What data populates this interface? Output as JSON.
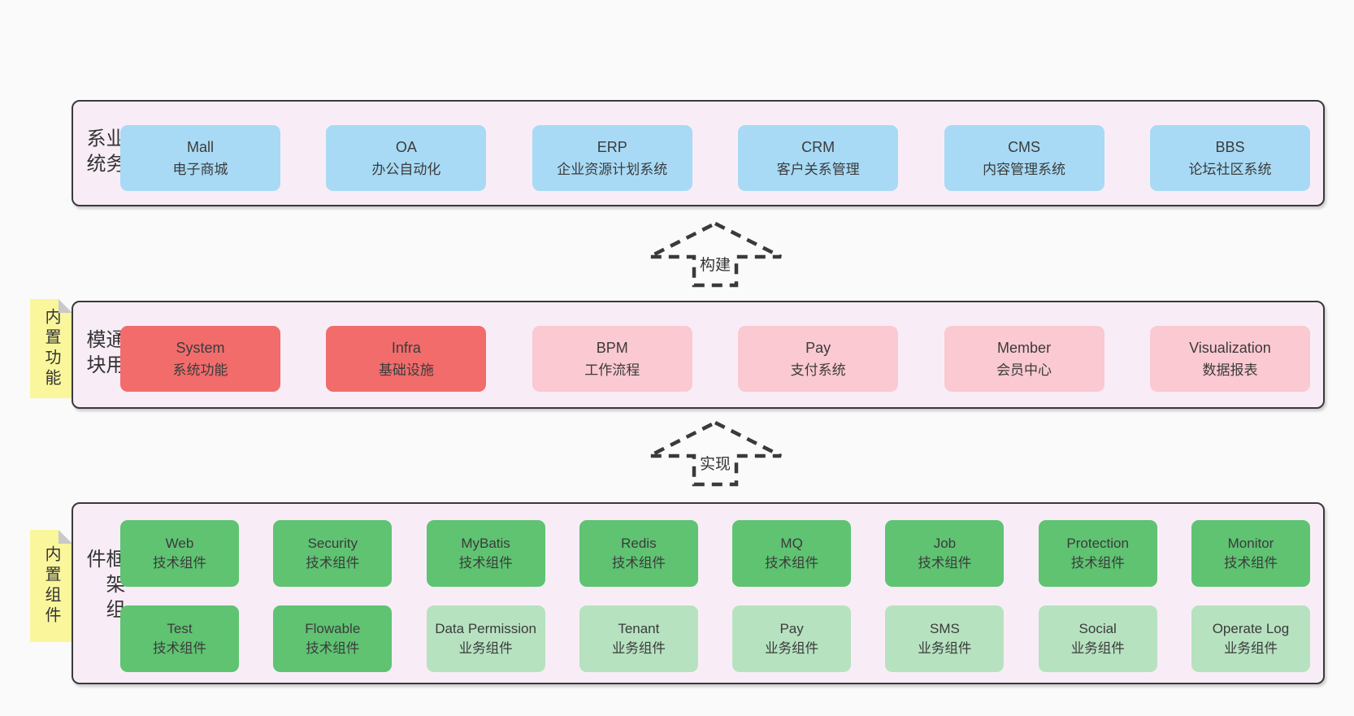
{
  "colors": {
    "page_bg": "#fafafa",
    "band_bg": "#f8edf6",
    "band_border": "#3a3a3a",
    "blue": "#a8daf5",
    "red": "#f26c6c",
    "pink": "#fbc9d1",
    "green": "#5fc372",
    "light_green": "#b6e2c0",
    "sticky_yellow": "#faf69c",
    "text": "#3b3b3b"
  },
  "bands": [
    {
      "id": "business-systems",
      "label": "业务系统",
      "sticky": null,
      "boxes": [
        {
          "name": "Mall",
          "desc": "电子商城",
          "variant": "blue"
        },
        {
          "name": "OA",
          "desc": "办公自动化",
          "variant": "blue"
        },
        {
          "name": "ERP",
          "desc": "企业资源计划系统",
          "variant": "blue"
        },
        {
          "name": "CRM",
          "desc": "客户关系管理",
          "variant": "blue"
        },
        {
          "name": "CMS",
          "desc": "内容管理系统",
          "variant": "blue"
        },
        {
          "name": "BBS",
          "desc": "论坛社区系统",
          "variant": "blue"
        }
      ]
    },
    {
      "id": "common-modules",
      "label": "通用模块",
      "sticky": "内置功能",
      "boxes": [
        {
          "name": "System",
          "desc": "系统功能",
          "variant": "red"
        },
        {
          "name": "Infra",
          "desc": "基础设施",
          "variant": "red"
        },
        {
          "name": "BPM",
          "desc": "工作流程",
          "variant": "pink"
        },
        {
          "name": "Pay",
          "desc": "支付系统",
          "variant": "pink"
        },
        {
          "name": "Member",
          "desc": "会员中心",
          "variant": "pink"
        },
        {
          "name": "Visualization",
          "desc": "数据报表",
          "variant": "pink"
        }
      ]
    },
    {
      "id": "framework-components",
      "label": "框架组件",
      "sticky": "内置组件",
      "rows": [
        [
          {
            "name": "Web",
            "desc": "技术组件",
            "variant": "green"
          },
          {
            "name": "Security",
            "desc": "技术组件",
            "variant": "green"
          },
          {
            "name": "MyBatis",
            "desc": "技术组件",
            "variant": "green"
          },
          {
            "name": "Redis",
            "desc": "技术组件",
            "variant": "green"
          },
          {
            "name": "MQ",
            "desc": "技术组件",
            "variant": "green"
          },
          {
            "name": "Job",
            "desc": "技术组件",
            "variant": "green"
          },
          {
            "name": "Protection",
            "desc": "技术组件",
            "variant": "green"
          },
          {
            "name": "Monitor",
            "desc": "技术组件",
            "variant": "green"
          }
        ],
        [
          {
            "name": "Test",
            "desc": "技术组件",
            "variant": "green"
          },
          {
            "name": "Flowable",
            "desc": "技术组件",
            "variant": "green"
          },
          {
            "name": "Data Permission",
            "desc": "业务组件",
            "variant": "light_green"
          },
          {
            "name": "Tenant",
            "desc": "业务组件",
            "variant": "light_green"
          },
          {
            "name": "Pay",
            "desc": "业务组件",
            "variant": "light_green"
          },
          {
            "name": "SMS",
            "desc": "业务组件",
            "variant": "light_green"
          },
          {
            "name": "Social",
            "desc": "业务组件",
            "variant": "light_green"
          },
          {
            "name": "Operate Log",
            "desc": "业务组件",
            "variant": "light_green"
          }
        ]
      ]
    }
  ],
  "arrows": [
    {
      "id": "build",
      "label": "构建"
    },
    {
      "id": "implement",
      "label": "实现"
    }
  ]
}
